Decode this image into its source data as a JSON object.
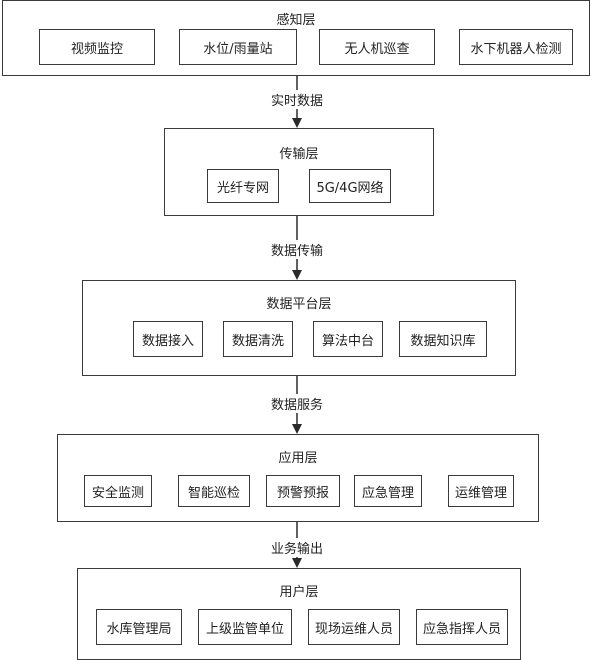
{
  "layers": {
    "perception": {
      "title": "感知层",
      "items": [
        "视频监控",
        "水位/雨量站",
        "无人机巡查",
        "水下机器人检测"
      ]
    },
    "transport": {
      "title": "传输层",
      "items": [
        "光纤专网",
        "5G/4G网络"
      ]
    },
    "platform": {
      "title": "数据平台层",
      "items": [
        "数据接入",
        "数据清洗",
        "算法中台",
        "数据知识库"
      ]
    },
    "application": {
      "title": "应用层",
      "items": [
        "安全监测",
        "智能巡检",
        "预警预报",
        "应急管理",
        "运维管理"
      ]
    },
    "user": {
      "title": "用户层",
      "items": [
        "水库管理局",
        "上级监管单位",
        "现场运维人员",
        "应急指挥人员"
      ]
    }
  },
  "flows": [
    "实时数据",
    "数据传输",
    "数据服务",
    "业务输出"
  ]
}
